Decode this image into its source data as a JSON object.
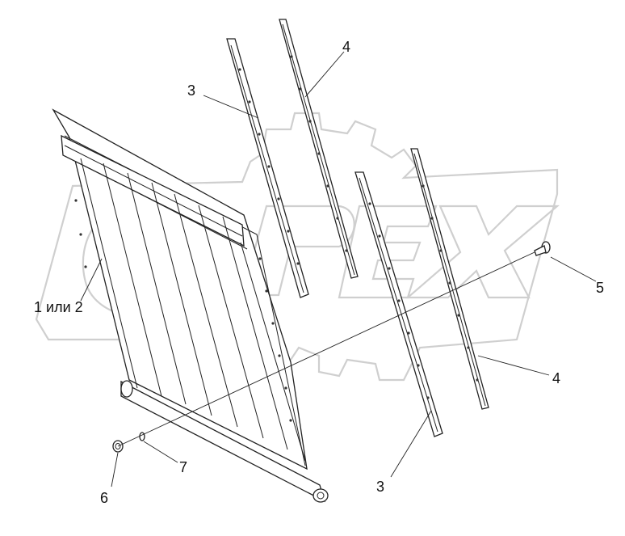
{
  "callouts": {
    "part_1_or_2": "1 или 2",
    "part_3_upper": "3",
    "part_4_upper": "4",
    "part_3_lower": "3",
    "part_4_lower": "4",
    "part_5": "5",
    "part_6": "6",
    "part_7": "7"
  },
  "watermark_logo_text": "OPEX"
}
